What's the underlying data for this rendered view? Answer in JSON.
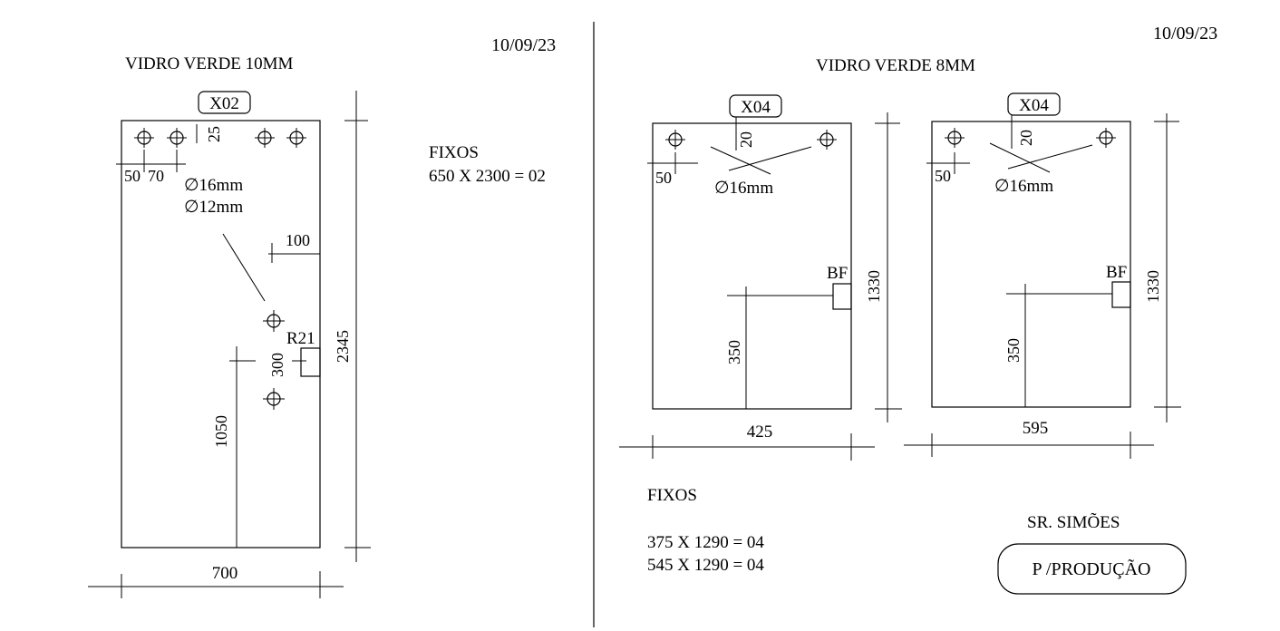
{
  "left_sheet": {
    "date": "10/09/23",
    "title": "VIDRO VERDE 10MM",
    "piece_tag": "X02",
    "dims": {
      "hole_offset": "25",
      "edge_offset": "50",
      "hole_spacing": "70",
      "d1": "100",
      "d2": "300",
      "height": "2345",
      "lower": "1050",
      "width": "700",
      "notch": "R21"
    },
    "diameters": [
      "∅16mm",
      "∅12mm"
    ],
    "fixos_label": "FIXOS",
    "fixos_line": "650 X 2300 = 02"
  },
  "right_sheet": {
    "date": "10/09/23",
    "title": "VIDRO VERDE 8MM",
    "panels": [
      {
        "tag": "X04",
        "hole_offset": "20",
        "edge_offset": "50",
        "diameter": "∅16mm",
        "bf": "BF",
        "height": "1330",
        "lower": "350",
        "width": "425"
      },
      {
        "tag": "X04",
        "hole_offset": "20",
        "edge_offset": "50",
        "diameter": "∅16mm",
        "bf": "BF",
        "height": "1330",
        "lower": "350",
        "width": "595"
      }
    ],
    "fixos_label": "FIXOS",
    "fixos_lines": [
      "375 X 1290 = 04",
      "545 X 1290 = 04"
    ],
    "client": "SR. SIMÕES",
    "stamp": "P /PRODUÇÃO"
  }
}
